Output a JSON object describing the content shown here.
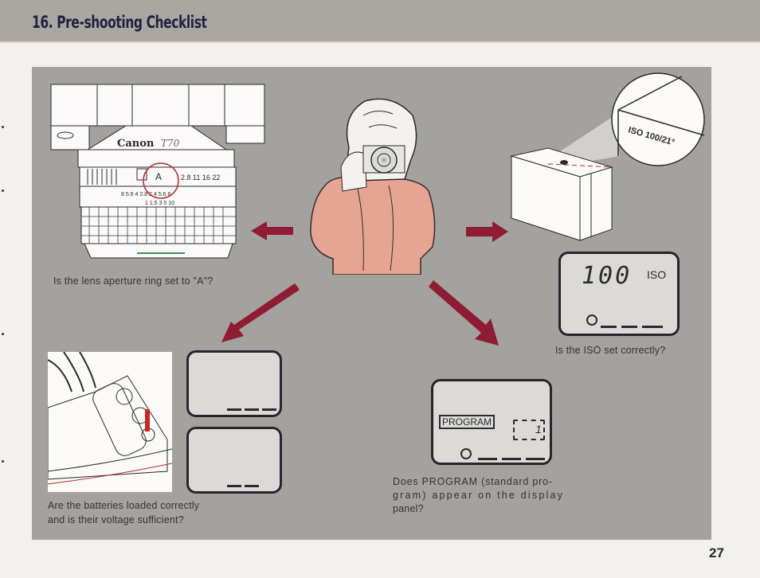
{
  "header": {
    "title": "16. Pre-shooting Checklist"
  },
  "colors": {
    "header_band": "#a9a7a2",
    "panel": "#a3a29e",
    "arrow": "#8e1c33",
    "sweater": "#e6a592",
    "title_text": "#232140"
  },
  "illustrations": {
    "lens": {
      "brand_label": "Canon T70",
      "caption": "Is the lens aperture ring set to \"A\"?"
    },
    "photographer": {
      "description": "person-holding-camera-icon"
    },
    "film": {
      "magnified_label": "ISO 100/21°",
      "caption": "Is the ISO set correctly?",
      "lcd_value": "100",
      "lcd_unit": "ISO"
    },
    "battery": {
      "caption_line1": "Are the batteries loaded correctly",
      "caption_line2": "and is their voltage sufficient?"
    },
    "program": {
      "lcd_label": "PROGRAM",
      "lcd_value": "1",
      "caption_line1": "Does PROGRAM (standard pro-",
      "caption_line2": "gram) appear on the display",
      "caption_line3": "panel?"
    }
  },
  "footer": {
    "page_number": "27"
  }
}
